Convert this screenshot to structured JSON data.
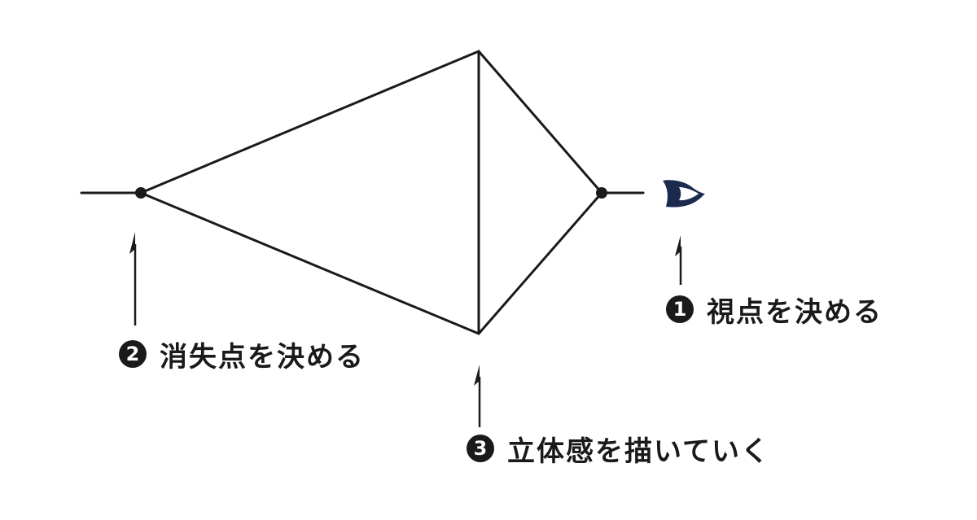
{
  "colors": {
    "line": "#1a1a1a",
    "eye": "#1b2a4e",
    "background": "#ffffff"
  },
  "icons": {
    "eye": "eye-icon",
    "step_badge": "numbered-circle"
  },
  "steps": [
    {
      "number": "1",
      "text": "視点を決める"
    },
    {
      "number": "2",
      "text": "消失点を決める"
    },
    {
      "number": "3",
      "text": "立体感を描いていく"
    }
  ]
}
